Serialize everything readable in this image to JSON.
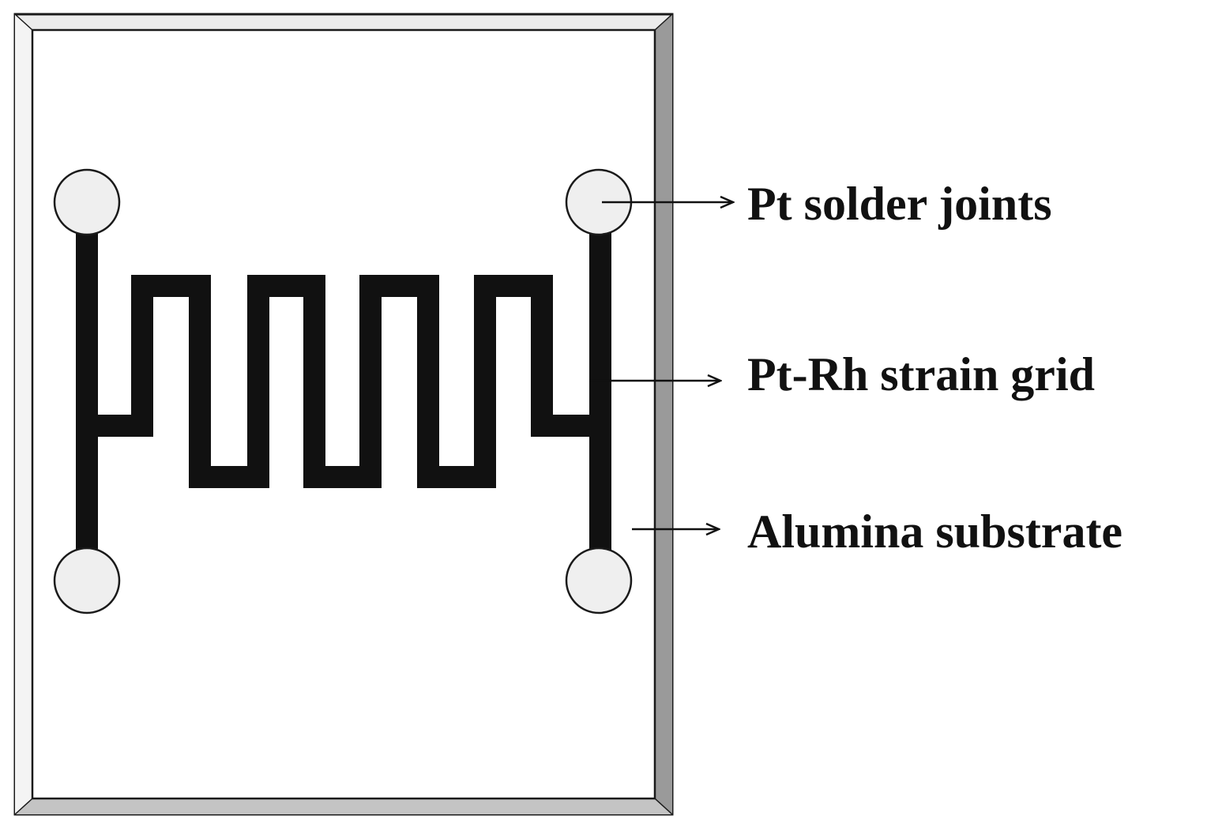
{
  "labels": {
    "solder_joints": "Pt solder joints",
    "strain_grid": "Pt-Rh strain grid",
    "substrate": "Alumina substrate"
  },
  "colors": {
    "background": "#ffffff",
    "outline": "#1a1a1a",
    "bevel_light": "#ececec",
    "bevel_dark": "#9a9a9a",
    "grid_trace": "#111111",
    "joint_fill": "#efefef",
    "text": "#111111"
  }
}
